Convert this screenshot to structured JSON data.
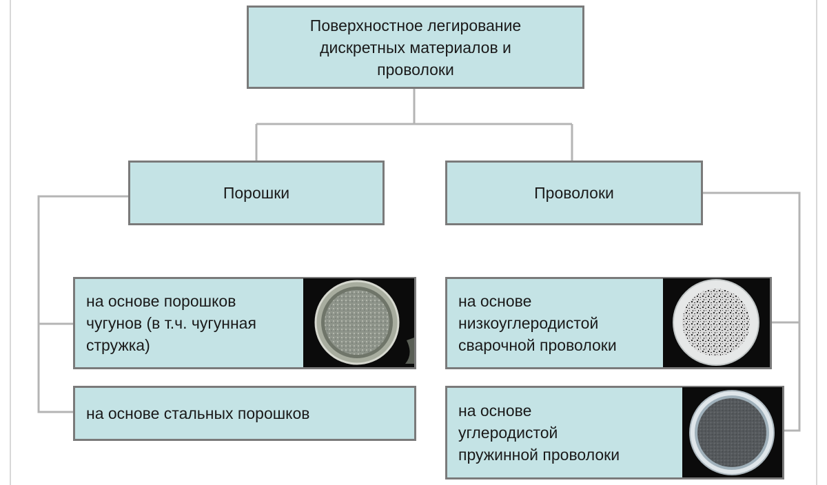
{
  "diagram": {
    "root": {
      "label": "Поверхностное  легирование\nдискретных   материалов и\nпроволоки"
    },
    "categories": {
      "powders": {
        "label": "Порошки",
        "items": {
          "cast_iron": {
            "label": "на основе  порошков\nчугунов (в т.ч. чугунная\nстружка)"
          },
          "steel": {
            "label": "на основе стальных порошков"
          }
        }
      },
      "wires": {
        "label": "Проволоки",
        "items": {
          "low_carbon": {
            "label": "на основе\nнизкоуглеродистой\nсварочной проволоки"
          },
          "spring": {
            "label": "на основе\nуглеродистой\n пружинной  проволоки"
          }
        }
      }
    }
  },
  "colors": {
    "box_fill": "#c4e3e5",
    "box_border": "#7a7a7a",
    "connector": "#b4b4b4",
    "photo_background": "#0b0b0b"
  }
}
